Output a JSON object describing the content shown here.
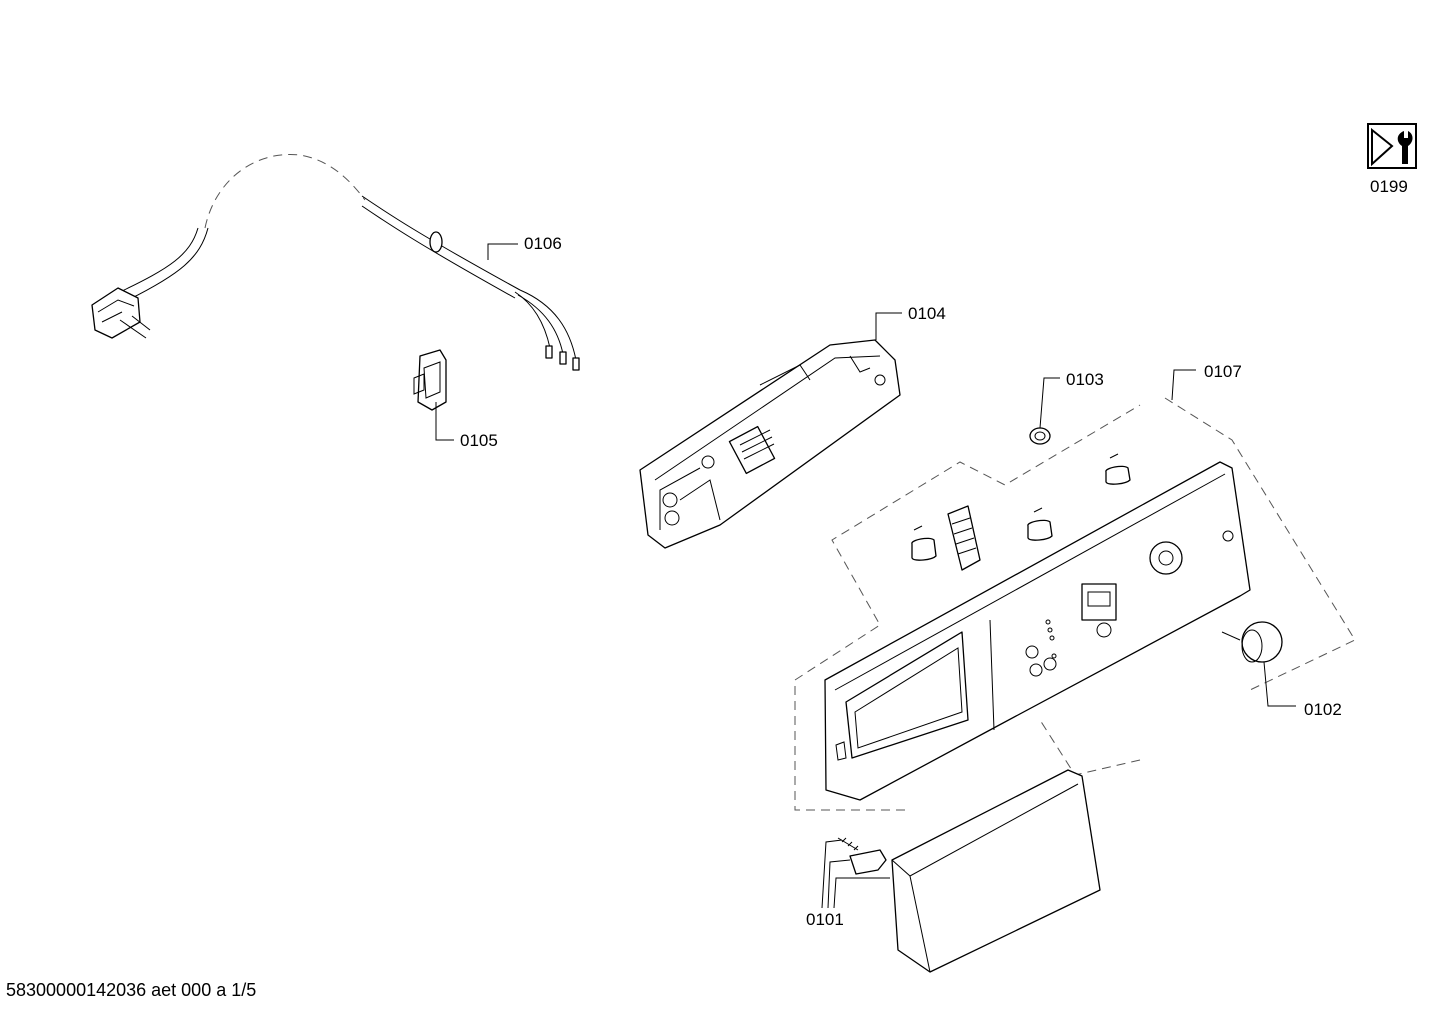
{
  "labels": {
    "p0101": "0101",
    "p0102": "0102",
    "p0103": "0103",
    "p0104": "0104",
    "p0105": "0105",
    "p0106": "0106",
    "p0107": "0107",
    "p0199": "0199"
  },
  "footer": "58300000142036 aet 000 a 1/5",
  "icons": {
    "service_kit": "wrench-icon"
  }
}
